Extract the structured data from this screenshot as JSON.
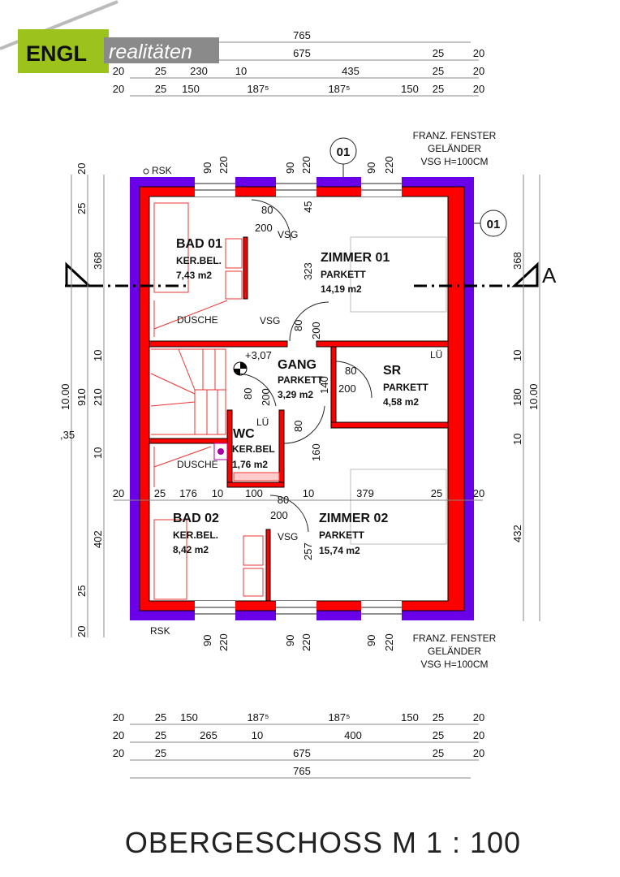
{
  "logo": {
    "brand": "ENGL",
    "sub": "realitäten",
    "green": "#9bc31c",
    "grey": "#8a8a8a"
  },
  "colors": {
    "wall_outer": "#6a00e8",
    "wall_inner": "#ff0000"
  },
  "top_dims": {
    "row1": [
      "765"
    ],
    "row2": [
      "675",
      "25",
      "20"
    ],
    "row3": [
      "20",
      "25",
      "230",
      "10",
      "435",
      "25",
      "20"
    ],
    "row4": [
      "20",
      "25",
      "150",
      "187⁵",
      "187⁵",
      "150",
      "25",
      "20"
    ]
  },
  "bottom_dims": {
    "row1": [
      "20",
      "25",
      "150",
      "187⁵",
      "187⁵",
      "150",
      "25",
      "20"
    ],
    "row2": [
      "20",
      "25",
      "265",
      "10",
      "400",
      "25",
      "20"
    ],
    "row3": [
      "20",
      "25",
      "675",
      "25",
      "20"
    ],
    "row4": [
      "765"
    ]
  },
  "left_dims": [
    "20",
    "25",
    "368",
    "10",
    "210",
    "10",
    "402",
    "25",
    "20",
    "910",
    "10.00",
    ",35"
  ],
  "right_dims": [
    "368",
    "10",
    "180",
    "10",
    "432",
    "10.00"
  ],
  "middle_dims": [
    "20",
    "25",
    "176",
    "10",
    "100",
    "80",
    "10",
    "379",
    "25",
    "20"
  ],
  "windows": {
    "w": "90",
    "h": "220"
  },
  "notes": {
    "franz": "FRANZ. FENSTER",
    "gelaender": "GELÄNDER",
    "vsg": "VSG H=100CM",
    "rsk": "RSK",
    "section": "A",
    "axis": "01"
  },
  "rooms": {
    "bad01": {
      "name": "BAD 01",
      "floor": "KER.BEL.",
      "area": "7,43 m2",
      "shower": "DUSCHE"
    },
    "zimmer01": {
      "name": "ZIMMER 01",
      "floor": "PARKETT",
      "area": "14,19 m2"
    },
    "gang": {
      "name": "GANG",
      "floor": "PARKETT",
      "area": "3,29 m2",
      "level": "+3,07"
    },
    "sr": {
      "name": "SR",
      "floor": "PARKETT",
      "area": "4,58 m2",
      "vent": "LÜ"
    },
    "wc": {
      "name": "WC",
      "floor": "KER.BEL",
      "area": "1,76 m2",
      "vent": "LÜ"
    },
    "bad02": {
      "name": "BAD 02",
      "floor": "KER.BEL.",
      "area": "8,42 m2",
      "shower": "DUSCHE"
    },
    "zimmer02": {
      "name": "ZIMMER 02",
      "floor": "PARKETT",
      "area": "15,74 m2"
    }
  },
  "doors": {
    "vsg": "VSG",
    "w80": "80",
    "h200": "200",
    "d45": "45",
    "d323": "323",
    "d140": "140",
    "d160": "160",
    "d257": "257",
    "d10": "10"
  },
  "title": "OBERGESCHOSS M 1 : 100"
}
